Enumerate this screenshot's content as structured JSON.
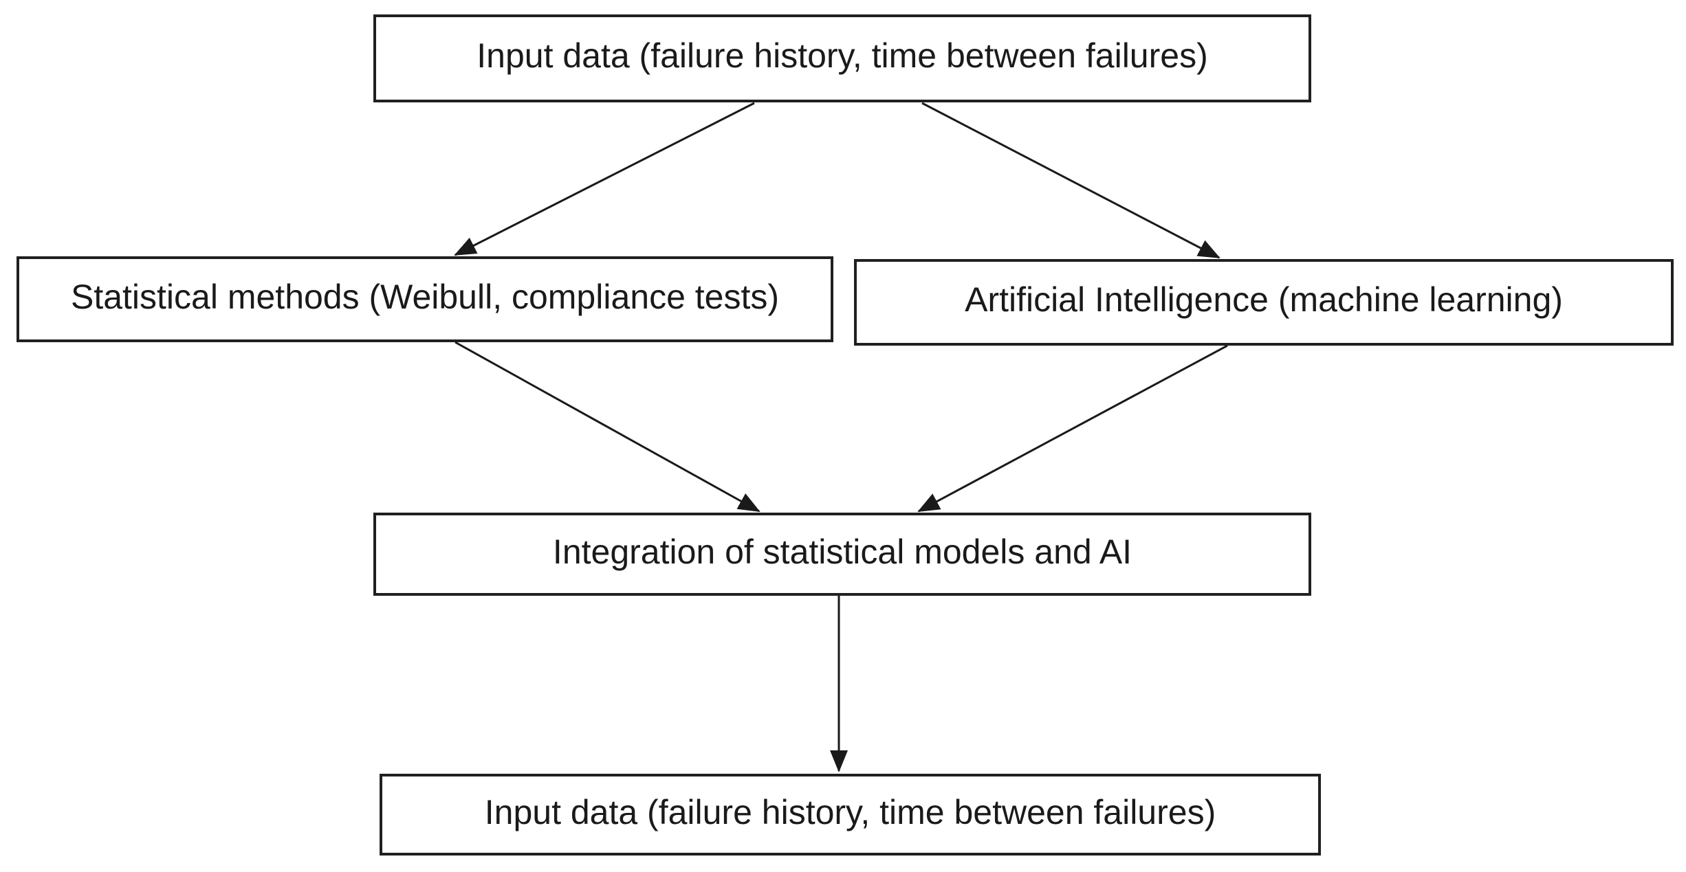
{
  "diagram": {
    "type": "flowchart",
    "title": "",
    "nodes": [
      {
        "id": "input-top",
        "label": "Input data (failure history, time between failures)"
      },
      {
        "id": "statistical",
        "label": "Statistical methods (Weibull, compliance tests)"
      },
      {
        "id": "ai",
        "label": "Artificial Intelligence (machine learning)"
      },
      {
        "id": "integration",
        "label": "Integration of statistical models and AI"
      },
      {
        "id": "input-bottom",
        "label": "Input data (failure history, time between failures)"
      }
    ],
    "edges": [
      {
        "from": "input-top",
        "to": "statistical",
        "style": "arrow"
      },
      {
        "from": "input-top",
        "to": "ai",
        "style": "arrow"
      },
      {
        "from": "statistical",
        "to": "integration",
        "style": "arrow"
      },
      {
        "from": "ai",
        "to": "integration",
        "style": "arrow"
      },
      {
        "from": "integration",
        "to": "input-bottom",
        "style": "arrow"
      }
    ],
    "colors": {
      "background": "#ffffff",
      "box_fill": "#ffffff",
      "box_border": "#202020",
      "text": "#1a1a1a",
      "arrow": "#1a1a1a"
    }
  }
}
